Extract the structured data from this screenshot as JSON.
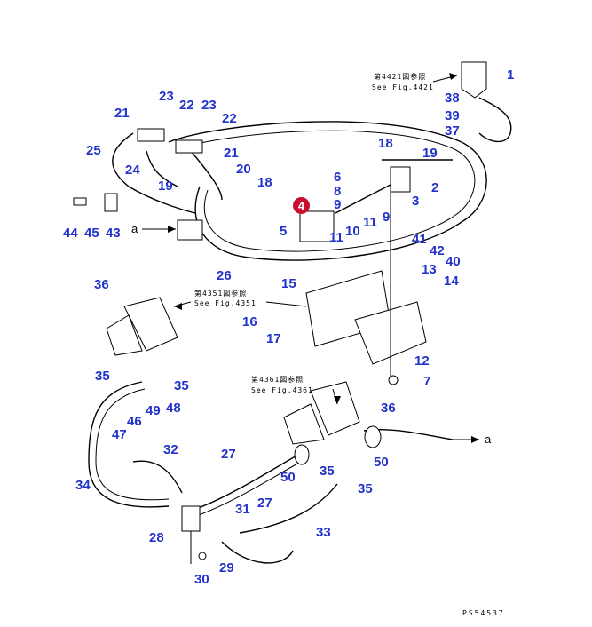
{
  "diagram": {
    "highlighted_part": "4",
    "part_labels": [
      "1",
      "2",
      "3",
      "5",
      "6",
      "7",
      "8",
      "9",
      "9",
      "10",
      "11",
      "11",
      "12",
      "13",
      "14",
      "15",
      "16",
      "17",
      "18",
      "18",
      "19",
      "19",
      "20",
      "21",
      "21",
      "22",
      "22",
      "23",
      "23",
      "24",
      "25",
      "26",
      "27",
      "27",
      "28",
      "29",
      "30",
      "31",
      "32",
      "33",
      "34",
      "35",
      "35",
      "35",
      "35",
      "36",
      "36",
      "37",
      "38",
      "39",
      "40",
      "41",
      "42",
      "43",
      "44",
      "45",
      "46",
      "47",
      "48",
      "49",
      "50",
      "50"
    ],
    "references": {
      "fig4421_jp": "第4421図参照",
      "fig4421_en": "See Fig.4421",
      "fig4351_jp": "第4351図参照",
      "fig4351_en": "See Fig.4351",
      "fig4361_jp": "第4361図参照",
      "fig4361_en": "See Fig.4361"
    },
    "connector_label_left": "a",
    "connector_label_right": "a",
    "drawing_code": "PS54537"
  }
}
